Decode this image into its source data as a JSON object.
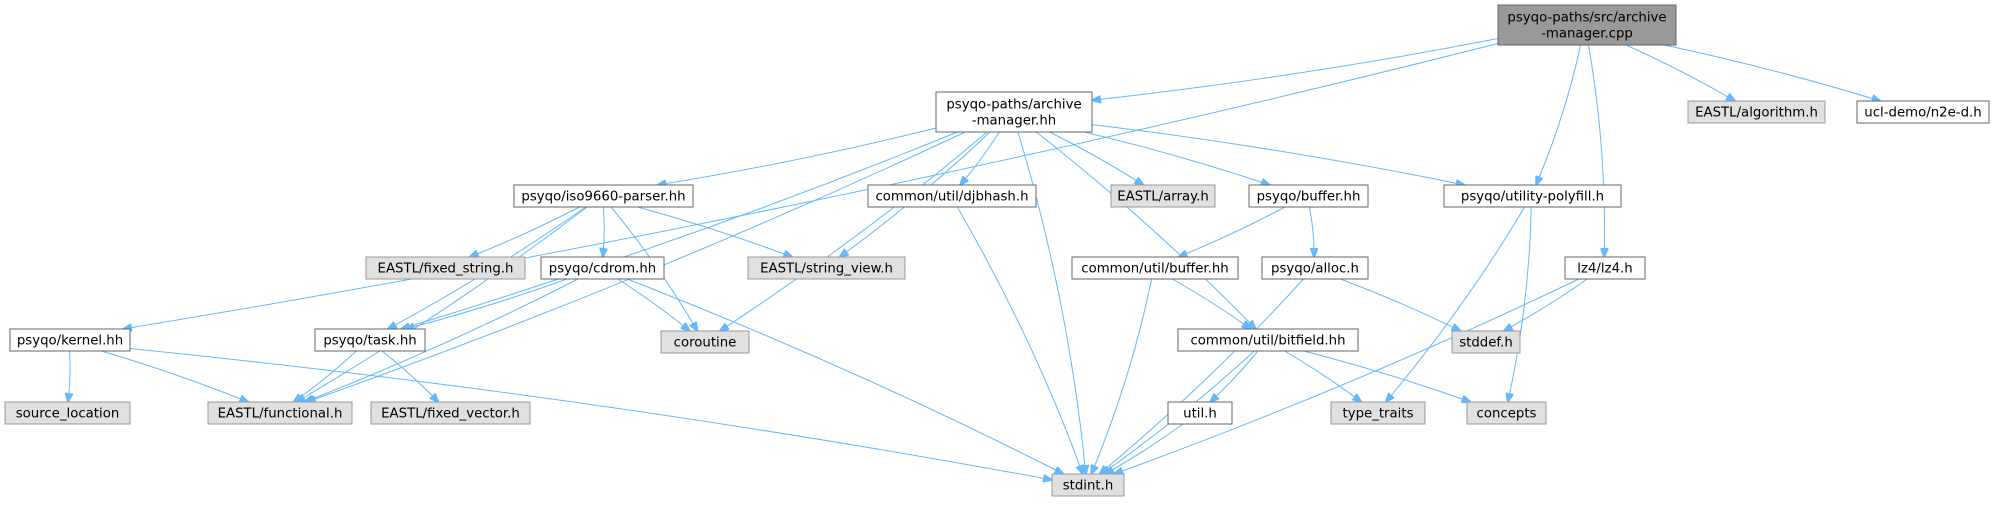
{
  "graph": {
    "nodes": [
      {
        "id": "archive_cpp",
        "lines": [
          "psyqo-paths/src/archive",
          "-manager.cpp"
        ],
        "style": "root"
      },
      {
        "id": "archive_hh",
        "lines": [
          "psyqo-paths/archive",
          "-manager.hh"
        ],
        "style": "white"
      },
      {
        "id": "algorithm",
        "lines": [
          "EASTL/algorithm.h"
        ],
        "style": "gray"
      },
      {
        "id": "n2e",
        "lines": [
          "ucl-demo/n2e-d.h"
        ],
        "style": "white"
      },
      {
        "id": "kernel",
        "lines": [
          "psyqo/kernel.hh"
        ],
        "style": "white"
      },
      {
        "id": "iso9660",
        "lines": [
          "psyqo/iso9660-parser.hh"
        ],
        "style": "white"
      },
      {
        "id": "djbhash",
        "lines": [
          "common/util/djbhash.h"
        ],
        "style": "white"
      },
      {
        "id": "array",
        "lines": [
          "EASTL/array.h"
        ],
        "style": "gray"
      },
      {
        "id": "buffer_hh",
        "lines": [
          "psyqo/buffer.hh"
        ],
        "style": "white"
      },
      {
        "id": "polyfill",
        "lines": [
          "psyqo/utility-polyfill.h"
        ],
        "style": "white"
      },
      {
        "id": "fixed_string",
        "lines": [
          "EASTL/fixed_string.h"
        ],
        "style": "gray"
      },
      {
        "id": "cdrom",
        "lines": [
          "psyqo/cdrom.hh"
        ],
        "style": "white"
      },
      {
        "id": "string_view",
        "lines": [
          "EASTL/string_view.h"
        ],
        "style": "gray"
      },
      {
        "id": "util_buffer",
        "lines": [
          "common/util/buffer.hh"
        ],
        "style": "white"
      },
      {
        "id": "alloc",
        "lines": [
          "psyqo/alloc.h"
        ],
        "style": "white"
      },
      {
        "id": "lz4",
        "lines": [
          "lz4/lz4.h"
        ],
        "style": "white"
      },
      {
        "id": "coroutine",
        "lines": [
          "coroutine"
        ],
        "style": "gray"
      },
      {
        "id": "task",
        "lines": [
          "psyqo/task.hh"
        ],
        "style": "white"
      },
      {
        "id": "bitfield",
        "lines": [
          "common/util/bitfield.hh"
        ],
        "style": "white"
      },
      {
        "id": "stddef",
        "lines": [
          "stddef.h"
        ],
        "style": "gray"
      },
      {
        "id": "source_location",
        "lines": [
          "source_location"
        ],
        "style": "gray"
      },
      {
        "id": "functional",
        "lines": [
          "EASTL/functional.h"
        ],
        "style": "gray"
      },
      {
        "id": "fixed_vector",
        "lines": [
          "EASTL/fixed_vector.h"
        ],
        "style": "gray"
      },
      {
        "id": "util_h",
        "lines": [
          "util.h"
        ],
        "style": "white"
      },
      {
        "id": "type_traits",
        "lines": [
          "type_traits"
        ],
        "style": "gray"
      },
      {
        "id": "concepts",
        "lines": [
          "concepts"
        ],
        "style": "gray"
      },
      {
        "id": "stdint",
        "lines": [
          "stdint.h"
        ],
        "style": "gray"
      }
    ],
    "edges": [
      [
        "archive_cpp",
        "archive_hh"
      ],
      [
        "archive_cpp",
        "algorithm"
      ],
      [
        "archive_cpp",
        "n2e"
      ],
      [
        "archive_cpp",
        "kernel"
      ],
      [
        "archive_cpp",
        "polyfill"
      ],
      [
        "archive_cpp",
        "lz4"
      ],
      [
        "archive_hh",
        "iso9660"
      ],
      [
        "archive_hh",
        "djbhash"
      ],
      [
        "archive_hh",
        "array"
      ],
      [
        "archive_hh",
        "buffer_hh"
      ],
      [
        "archive_hh",
        "polyfill"
      ],
      [
        "archive_hh",
        "string_view"
      ],
      [
        "archive_hh",
        "coroutine"
      ],
      [
        "archive_hh",
        "task"
      ],
      [
        "archive_hh",
        "functional"
      ],
      [
        "archive_hh",
        "bitfield"
      ],
      [
        "archive_hh",
        "stdint"
      ],
      [
        "iso9660",
        "fixed_string"
      ],
      [
        "iso9660",
        "cdrom"
      ],
      [
        "iso9660",
        "string_view"
      ],
      [
        "iso9660",
        "coroutine"
      ],
      [
        "iso9660",
        "task"
      ],
      [
        "iso9660",
        "functional"
      ],
      [
        "cdrom",
        "coroutine"
      ],
      [
        "cdrom",
        "task"
      ],
      [
        "cdrom",
        "functional"
      ],
      [
        "cdrom",
        "stdint"
      ],
      [
        "buffer_hh",
        "util_buffer"
      ],
      [
        "buffer_hh",
        "alloc"
      ],
      [
        "util_buffer",
        "bitfield"
      ],
      [
        "util_buffer",
        "stdint"
      ],
      [
        "alloc",
        "stddef"
      ],
      [
        "alloc",
        "stdint"
      ],
      [
        "polyfill",
        "type_traits"
      ],
      [
        "polyfill",
        "concepts"
      ],
      [
        "lz4",
        "stddef"
      ],
      [
        "lz4",
        "stdint"
      ],
      [
        "bitfield",
        "util_h"
      ],
      [
        "bitfield",
        "type_traits"
      ],
      [
        "bitfield",
        "concepts"
      ],
      [
        "bitfield",
        "stdint"
      ],
      [
        "util_h",
        "stdint"
      ],
      [
        "djbhash",
        "stdint"
      ],
      [
        "kernel",
        "source_location"
      ],
      [
        "kernel",
        "functional"
      ],
      [
        "kernel",
        "stdint"
      ],
      [
        "task",
        "functional"
      ],
      [
        "task",
        "fixed_vector"
      ]
    ]
  }
}
